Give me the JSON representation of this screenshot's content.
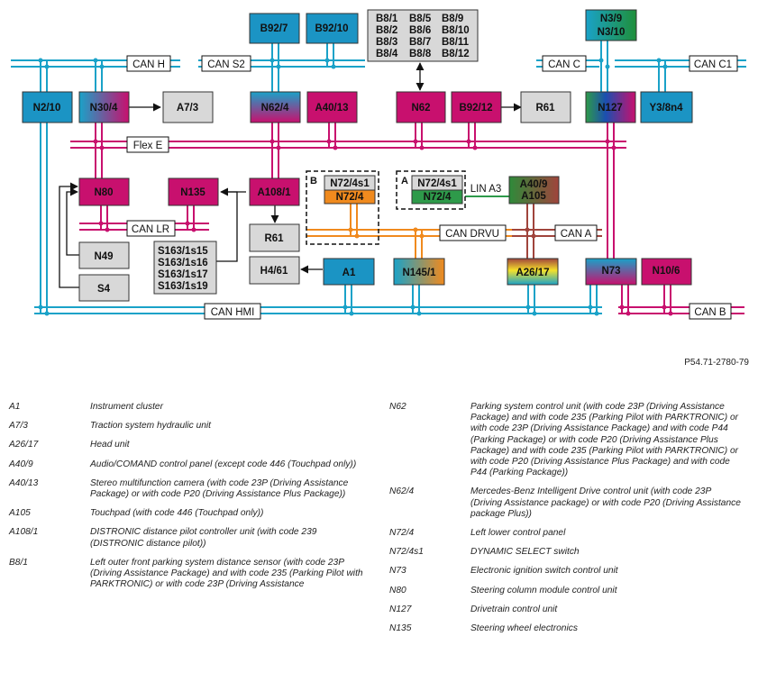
{
  "bus_labels": {
    "can_h": "CAN H",
    "can_s2": "CAN S2",
    "can_c": "CAN C",
    "can_c1": "CAN C1",
    "flex_e": "Flex E",
    "can_lr": "CAN LR",
    "can_drvu": "CAN DRVU",
    "can_a": "CAN A",
    "can_hmi": "CAN HMI",
    "can_b": "CAN B",
    "lin_a3": "LIN A3"
  },
  "modules": {
    "b92_7": "B92/7",
    "b92_10": "B92/10",
    "n3_9": "N3/9",
    "n3_10": "N3/10",
    "n2_10": "N2/10",
    "n30_4": "N30/4",
    "a7_3": "A7/3",
    "n62_4": "N62/4",
    "a40_13": "A40/13",
    "n62": "N62",
    "b92_12": "B92/12",
    "r61": "R61",
    "n127": "N127",
    "y3_8n4": "Y3/8n4",
    "n80": "N80",
    "n135": "N135",
    "a108_1": "A108/1",
    "n72_4s1": "N72/4s1",
    "n72_4": "N72/4",
    "a40_9": "A40/9",
    "a105": "A105",
    "n49": "N49",
    "s4": "S4",
    "h4_61": "H4/61",
    "a1": "A1",
    "n145_1": "N145/1",
    "a26_17": "A26/17",
    "n73": "N73",
    "n10_6": "N10/6"
  },
  "sensors": [
    "B8/1",
    "B8/5",
    "B8/9",
    "B8/2",
    "B8/6",
    "B8/10",
    "B8/3",
    "B8/7",
    "B8/11",
    "B8/4",
    "B8/8",
    "B8/12"
  ],
  "switches": [
    "S163/1s15",
    "S163/1s16",
    "S163/1s17",
    "S163/1s19"
  ],
  "group_labels": {
    "a": "A",
    "b": "B"
  },
  "figure_id": "P54.71-2780-79",
  "colors": {
    "can_blue": "#1aa2c8",
    "flex_magenta": "#c8106e",
    "drvu_orange": "#f08a1e",
    "can_a_brown": "#a0443c",
    "lin_green": "#2e9a4a",
    "module_magenta": "#c8106e",
    "module_blue": "#1b94c4",
    "module_gray": "#d8d8d8"
  },
  "legend": {
    "left": [
      {
        "code": "A1",
        "desc": "Instrument cluster"
      },
      {
        "code": "A7/3",
        "desc": "Traction system hydraulic unit"
      },
      {
        "code": "A26/17",
        "desc": "Head unit"
      },
      {
        "code": "A40/9",
        "desc": "Audio/COMAND control panel (except code 446 (Touchpad only))"
      },
      {
        "code": "A40/13",
        "desc": "Stereo multifunction camera (with code 23P (Driving Assistance Package) or with code P20 (Driving Assistance Plus Package))"
      },
      {
        "code": "A105",
        "desc": "Touchpad (with code 446 (Touchpad only))"
      },
      {
        "code": "A108/1",
        "desc": "DISTRONIC distance pilot controller unit (with code 239 (DISTRONIC distance pilot))"
      },
      {
        "code": "B8/1",
        "desc": "Left outer front parking system distance sensor (with code 23P (Driving Assistance Package) and with code 235 (Parking Pilot with PARKTRONIC) or with code 23P (Driving Assistance"
      }
    ],
    "right": [
      {
        "code": "N62",
        "desc": "Parking system control unit (with code 23P (Driving Assistance Package) and with code 235 (Parking Pilot with PARKTRONIC) or with code 23P (Driving Assistance Package) and with code P44 (Parking Package) or with code P20 (Driving Assistance Plus Package) and with code 235 (Parking Pilot with PARKTRONIC) or with code P20 (Driving Assistance Plus Package) and with code P44 (Parking Package))"
      },
      {
        "code": "N62/4",
        "desc": "Mercedes-Benz Intelligent Drive control unit (with code 23P (Driving Assistance package) or with code P20 (Driving Assistance package Plus))"
      },
      {
        "code": "N72/4",
        "desc": "Left lower control panel"
      },
      {
        "code": "N72/4s1",
        "desc": "DYNAMIC SELECT switch"
      },
      {
        "code": "N73",
        "desc": "Electronic ignition switch control unit"
      },
      {
        "code": "N80",
        "desc": "Steering column module control unit"
      },
      {
        "code": "N127",
        "desc": "Drivetrain control unit"
      },
      {
        "code": "N135",
        "desc": "Steering wheel electronics"
      }
    ]
  }
}
